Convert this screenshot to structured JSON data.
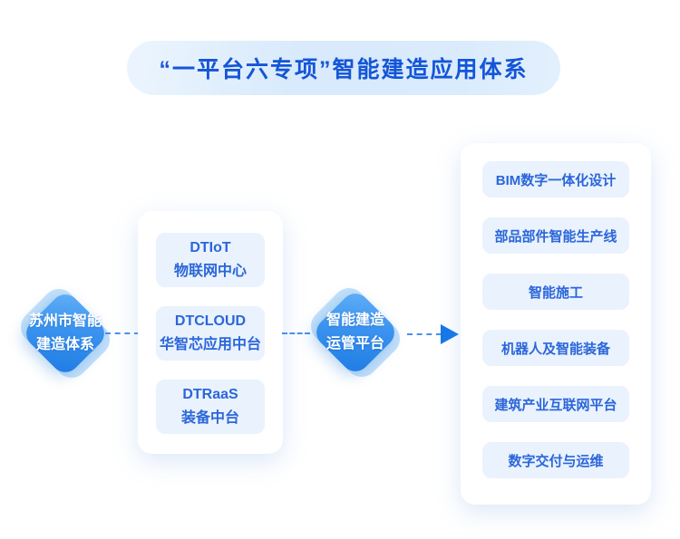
{
  "title": {
    "text": "“一平台六专项”智能建造应用体系"
  },
  "left_node": {
    "line1": "苏州市智能",
    "line2": "建造体系"
  },
  "middle_node": {
    "line1": "智能建造",
    "line2": "运管平台"
  },
  "platform_card": {
    "items": [
      {
        "line1": "DTIoT",
        "line2": "物联网中心"
      },
      {
        "line1": "DTCLOUD",
        "line2": "华智芯应用中台"
      },
      {
        "line1": "DTRaaS",
        "line2": "装备中台"
      }
    ]
  },
  "specials_card": {
    "items": [
      "BIM数字一体化设计",
      "部品部件智能生产线",
      "智能施工",
      "机器人及智能装备",
      "建筑产业互联网平台",
      "数字交付与运维"
    ]
  },
  "colors": {
    "title_text": "#1455d8",
    "pill_background": "#d9ebfc",
    "node_gradient_start": "#63b1f7",
    "node_gradient_end": "#1e7be3",
    "item_background": "#e9f2fd",
    "item_text": "#2b66d9",
    "connector": "#4a90e9",
    "arrow": "#1677e8"
  }
}
